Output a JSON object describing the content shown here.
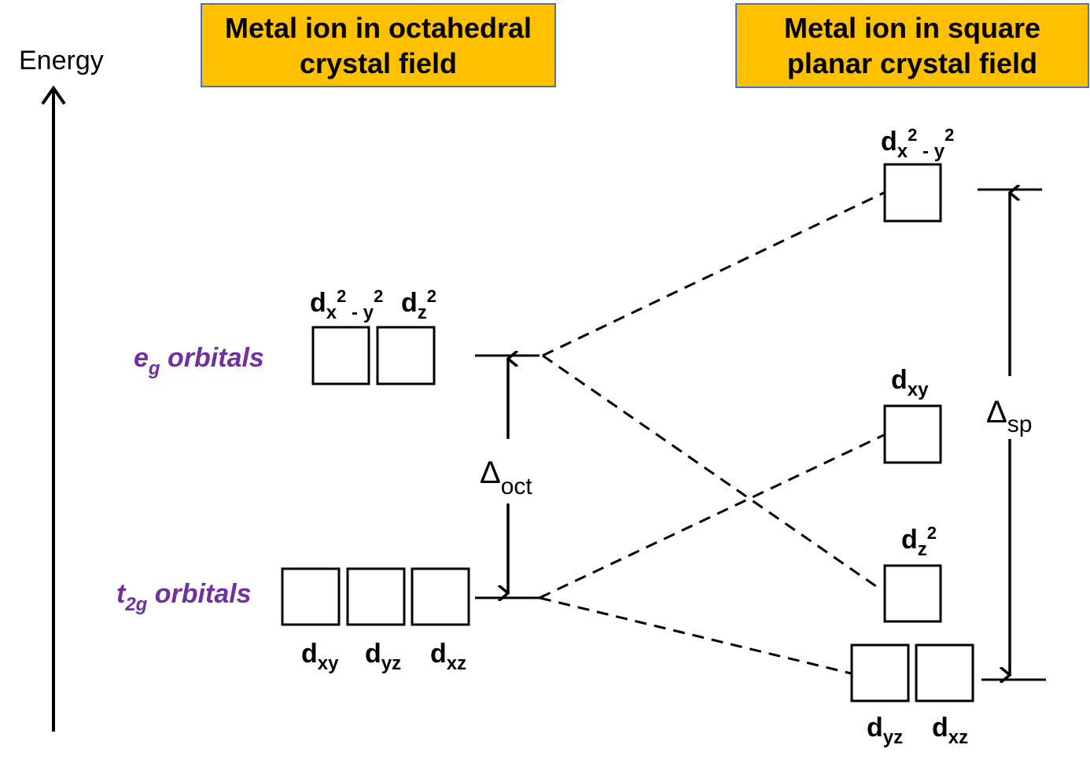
{
  "energy_axis": {
    "label": "Energy"
  },
  "headers": {
    "octahedral": {
      "line1": "Metal ion in octahedral",
      "line2": "crystal field",
      "bg": "#ffc000",
      "border": "#4472c4"
    },
    "square_planar": {
      "line1": "Metal ion in square",
      "line2": "planar crystal field",
      "bg": "#ffc000",
      "border": "#4472c4"
    }
  },
  "groups": {
    "eg": {
      "main": "e",
      "sub": "g",
      "tail": " orbitals",
      "color": "#7030a0"
    },
    "t2g": {
      "main": "t",
      "sub": "2g",
      "tail": " orbitals",
      "color": "#7030a0"
    }
  },
  "orbital_labels": {
    "d": "d",
    "x2y2": {
      "sub1": "x",
      "sup1": "2",
      "dash": " - ",
      "sub2": "y",
      "sup2": "2"
    },
    "z2": {
      "sub": "z",
      "sup": "2"
    },
    "xy": "xy",
    "yz": "yz",
    "xz": "xz"
  },
  "deltas": {
    "oct": {
      "symbol": "Δ",
      "sub": "oct"
    },
    "sp": {
      "symbol": "Δ",
      "sub": "sp"
    }
  }
}
